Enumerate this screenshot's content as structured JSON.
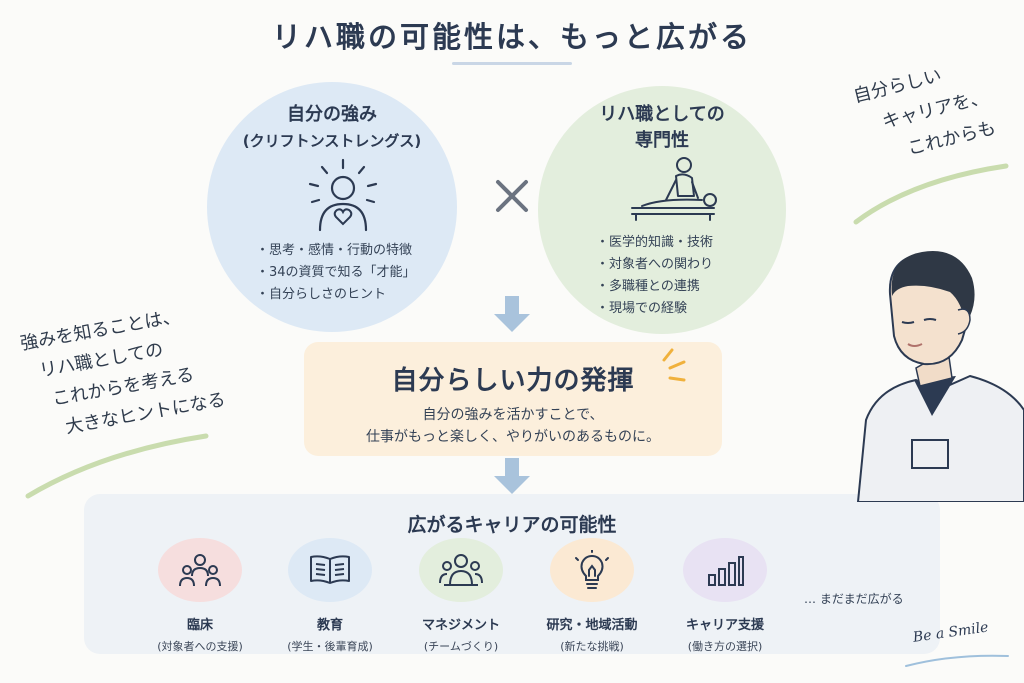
{
  "title": "リハ職の可能性は、もっと広がる",
  "left_circle": {
    "heading_line1": "自分の強み",
    "heading_line2": "(クリフトンストレングス)",
    "icon": "person-heart-icon",
    "items": [
      "思考・感情・行動の特徴",
      "34の資質で知る「才能」",
      "自分らしさのヒント"
    ]
  },
  "right_circle": {
    "heading_line1": "リハ職としての",
    "heading_line2": "専門性",
    "icon": "therapist-treatment-icon",
    "items": [
      "医学的知識・技術",
      "対象者への関わり",
      "多職種との連携",
      "現場での経験"
    ]
  },
  "middle": {
    "title": "自分らしい力の発揮",
    "line1": "自分の強みを活かすことで、",
    "line2": "仕事がもっと楽しく、やりがいのあるものに。"
  },
  "bottom": {
    "title": "広がるキャリアの可能性",
    "items": [
      {
        "label": "臨床",
        "sub": "(対象者への支援)",
        "icon": "people-icon",
        "color": "#f6dede"
      },
      {
        "label": "教育",
        "sub": "(学生・後輩育成)",
        "icon": "open-book-icon",
        "color": "#dde9f5"
      },
      {
        "label": "マネジメント",
        "sub": "(チームづくり)",
        "icon": "team-icon",
        "color": "#e3eedd"
      },
      {
        "label": "研究・地域活動",
        "sub": "(新たな挑戦)",
        "icon": "lightbulb-icon",
        "color": "#fbe9d3"
      },
      {
        "label": "キャリア支援",
        "sub": "(働き方の選択)",
        "icon": "growth-chart-icon",
        "color": "#e8e2f3"
      }
    ],
    "more": "… まだまだ広がる"
  },
  "handwritten_left": [
    "強みを知ることは、",
    "リハ職としての",
    "これからを考える",
    "大きなヒントになる"
  ],
  "handwritten_right": [
    "自分らしい",
    "キャリアを、",
    "これからも"
  ],
  "signature": "Be a Smile",
  "colors": {
    "navy": "#2c3a52",
    "blue_circle": "#dde9f5",
    "green_circle": "#e3eedd",
    "peach_box": "#fcefdc",
    "arrow": "#a9c3dc"
  }
}
